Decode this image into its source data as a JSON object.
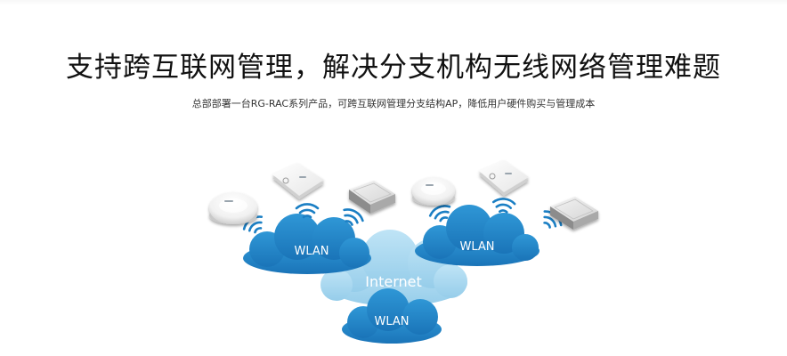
{
  "header": {
    "title": "支持跨互联网管理，解决分支机构无线网络管理难题",
    "subtitle": "总部部署一台RG-RAC系列产品，可跨互联网管理分支结构AP，降低用户硬件购买与管理成本"
  },
  "diagram": {
    "clouds": {
      "internet": "Internet",
      "wlan_left": "WLAN",
      "wlan_right": "WLAN",
      "wlan_bottom": "WLAN"
    },
    "device_icons": [
      "ceiling-ap-icon",
      "square-ap-icon",
      "wall-ap-icon",
      "ceiling-ap-icon",
      "square-ap-icon",
      "wall-ap-icon"
    ],
    "colors": {
      "cloud_dark": "#1f82c5",
      "cloud_light": "#a9d9f1",
      "wifi_arc": "#1b7fc4",
      "text": "#111111"
    }
  }
}
